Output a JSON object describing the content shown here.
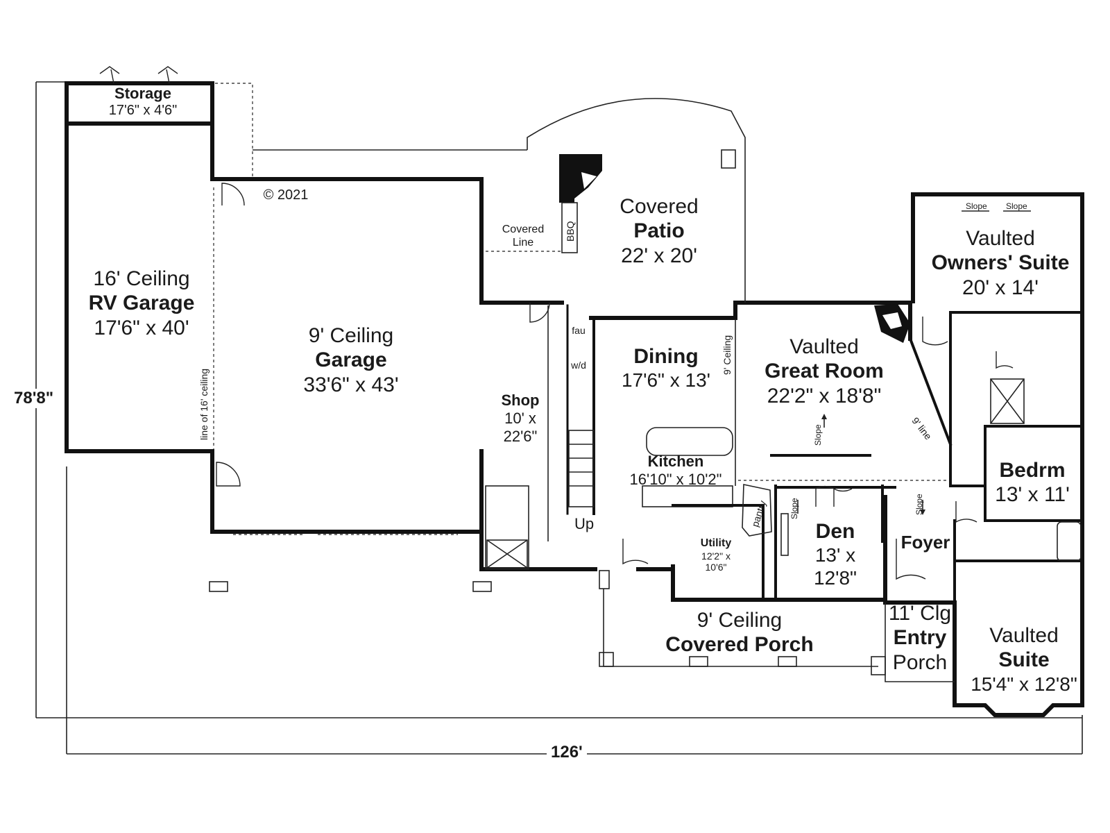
{
  "copyright": "© 2021",
  "dimensions": {
    "width": "126'",
    "depth": "78'8\""
  },
  "rooms": {
    "storage": {
      "name": "Storage",
      "size": "17'6\" x 4'6\""
    },
    "rv_garage": {
      "line1": "16' Ceiling",
      "name": "RV Garage",
      "size": "17'6\" x 40'"
    },
    "garage": {
      "line1": "9' Ceiling",
      "name": "Garage",
      "size": "33'6\" x 43'"
    },
    "covered_patio": {
      "line1": "Covered",
      "name": "Patio",
      "size": "22' x 20'"
    },
    "shop": {
      "name": "Shop",
      "size1": "10' x",
      "size2": "22'6\""
    },
    "dining": {
      "name": "Dining",
      "size": "17'6\" x 13'"
    },
    "great_room": {
      "line1": "Vaulted",
      "name": "Great Room",
      "size": "22'2\" x 18'8\""
    },
    "owners_suite": {
      "line1": "Vaulted",
      "name": "Owners' Suite",
      "size": "20' x 14'"
    },
    "kitchen": {
      "name": "Kitchen",
      "size": "16'10\" x 10'2\""
    },
    "utility": {
      "name": "Utility",
      "size1": "12'2\" x",
      "size2": "10'6\""
    },
    "den": {
      "name": "Den",
      "size1": "13' x",
      "size2": "12'8\""
    },
    "bedrm": {
      "name": "Bedrm",
      "size": "13' x 11'"
    },
    "foyer": {
      "name": "Foyer"
    },
    "covered_porch": {
      "line1": "9' Ceiling",
      "name": "Covered Porch"
    },
    "entry_porch": {
      "line1": "11' Clg",
      "name": "Entry",
      "line3": "Porch"
    },
    "vaulted_suite": {
      "line1": "Vaulted",
      "name": "Suite",
      "size": "15'4\" x 12'8\""
    }
  },
  "notes": {
    "covered_line": "Covered Line",
    "bbq": "BBQ",
    "line_16_ceiling": "line of 16' ceiling",
    "ceiling_9": "9' Ceiling",
    "line_9": "9' line",
    "fau": "fau",
    "wd": "w/d",
    "pantry": "pantry",
    "up": "Up",
    "slope": "Slope"
  }
}
